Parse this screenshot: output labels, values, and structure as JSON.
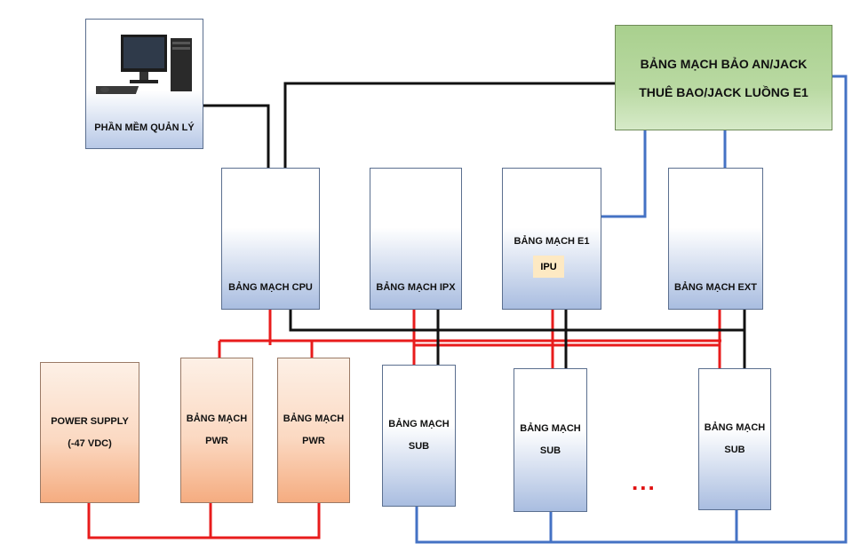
{
  "software": {
    "label": "PHẦN MỀM QUẢN LÝ"
  },
  "protection": {
    "line1": "BẢNG MẠCH BẢO AN/JACK",
    "line2": "THUÊ BAO/JACK LUỒNG  E1"
  },
  "cpu": {
    "label": "BẢNG MẠCH CPU"
  },
  "ipx": {
    "label": "BẢNG MẠCH IPX"
  },
  "e1": {
    "label": "BẢNG MẠCH E1",
    "ipu": "IPU"
  },
  "ext": {
    "label": "BẢNG MẠCH EXT"
  },
  "power": {
    "line1": "POWER SUPPLY",
    "line2": "(-47 VDC)"
  },
  "pwr1": {
    "line1": "BẢNG MẠCH",
    "line2": "PWR"
  },
  "pwr2": {
    "line1": "BẢNG MẠCH",
    "line2": "PWR"
  },
  "sub1": {
    "line1": "BẢNG MẠCH",
    "line2": "SUB"
  },
  "sub2": {
    "line1": "BẢNG MẠCH",
    "line2": "SUB"
  },
  "sub3": {
    "line1": "BẢNG MẠCH",
    "line2": "SUB"
  },
  "ellipsis": "...",
  "colors": {
    "power_line": "#e81c1c",
    "control_line": "#111111",
    "signal_line": "#4472c4"
  }
}
